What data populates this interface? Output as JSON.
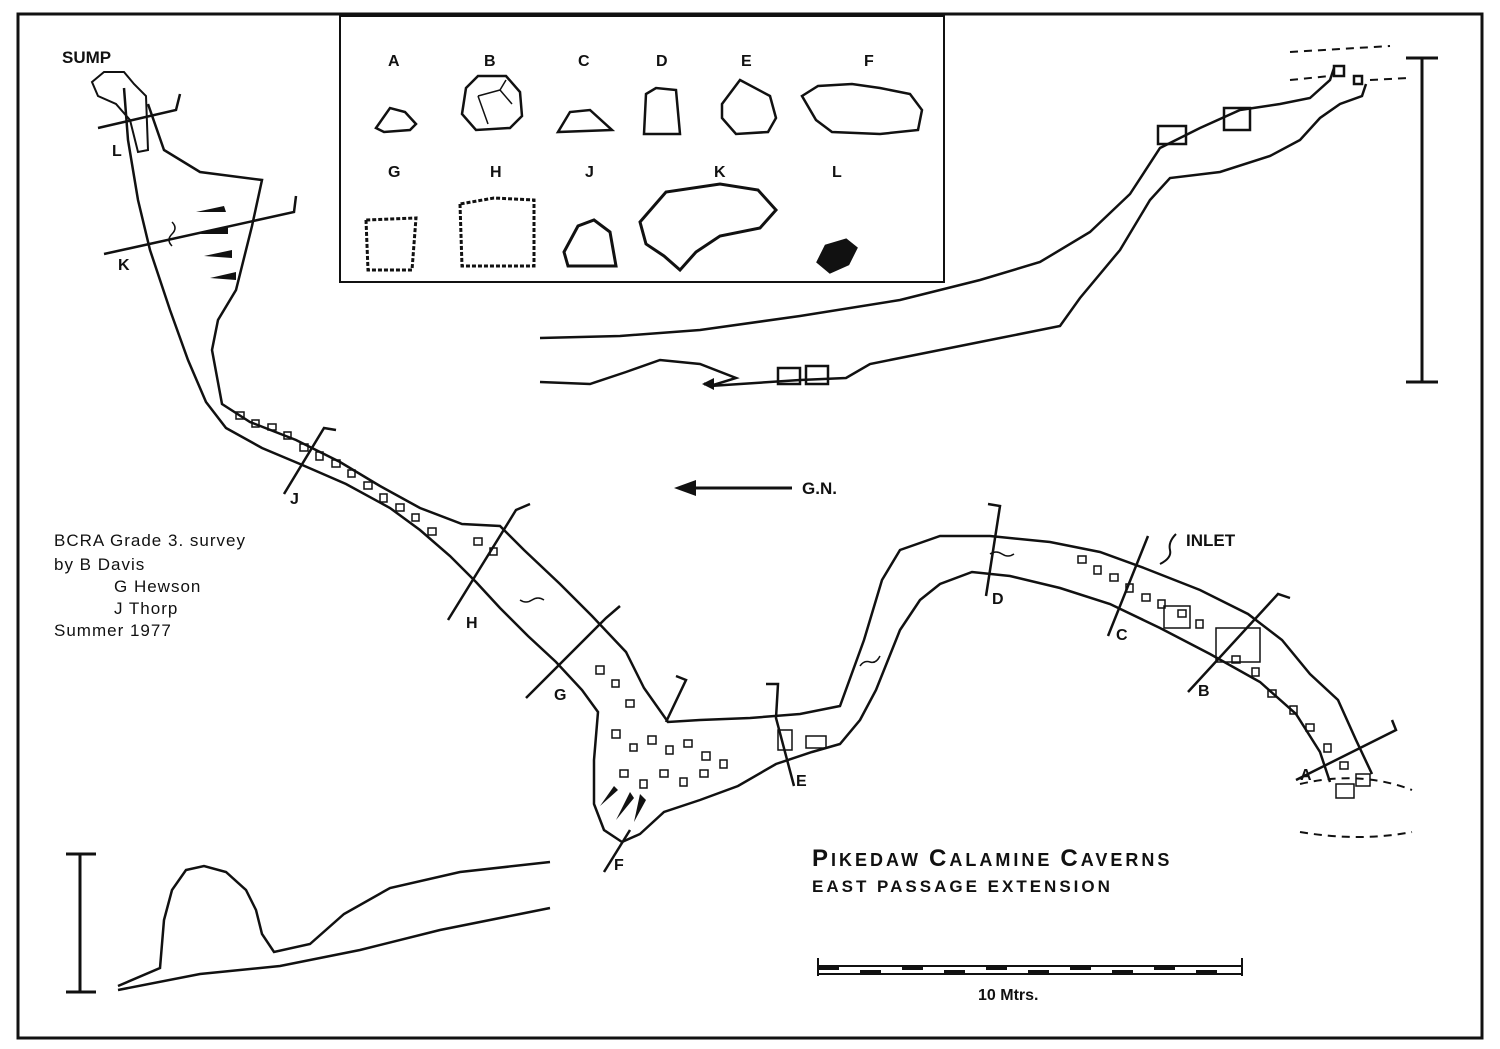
{
  "map": {
    "title": "PIKEDAW CALAMINE CAVERNS",
    "title_caps": [
      "P",
      "C",
      "C"
    ],
    "title_rest": [
      "IKEDAW ",
      "ALAMINE ",
      "AVERNS"
    ],
    "subtitle": "EAST PASSAGE EXTENSION",
    "north_label": "G.N.",
    "scale_label": "10 Mtrs.",
    "sump_label": "SUMP",
    "inlet_label": "INLET",
    "credit": {
      "line1": "BCRA  Grade 3. survey",
      "line2": "by   B  Davis",
      "line3": "G  Hewson",
      "line4": "J  Thorp",
      "line5": "Summer 1977"
    },
    "cross_sections": [
      "A",
      "B",
      "C",
      "D",
      "E",
      "F",
      "G",
      "H",
      "J",
      "K",
      "L"
    ],
    "station_labels": [
      "A",
      "B",
      "C",
      "D",
      "E",
      "F",
      "G",
      "H",
      "J",
      "K",
      "L"
    ]
  },
  "colors": {
    "ink": "#111111",
    "paper": "#ffffff"
  }
}
